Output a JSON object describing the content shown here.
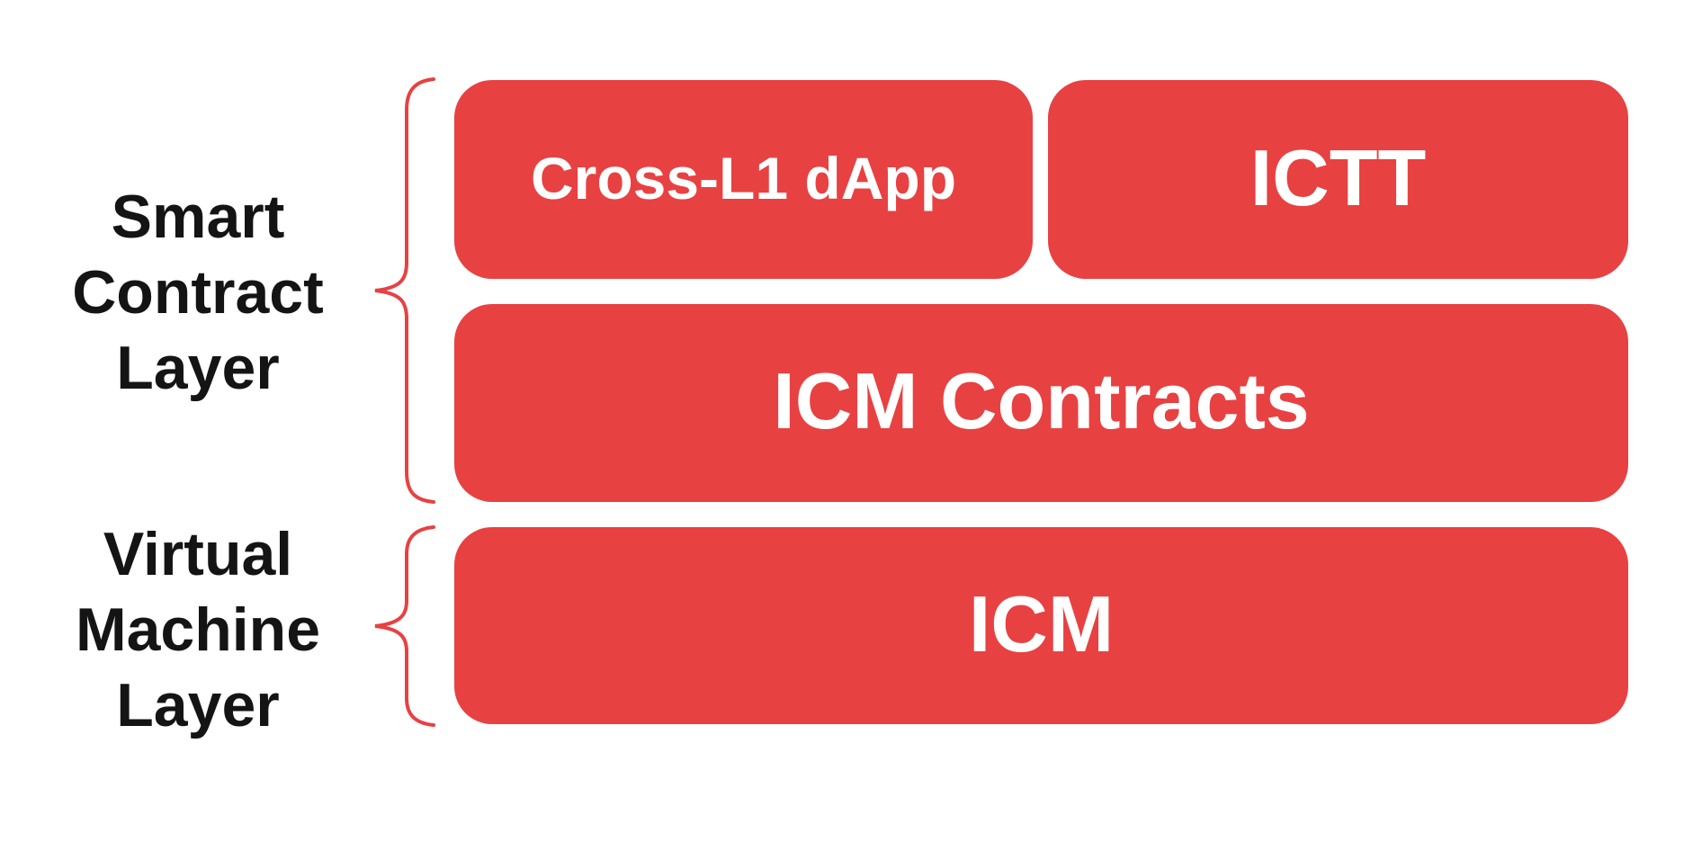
{
  "colors": {
    "accent_red": "#e84142",
    "label_text": "#141414",
    "box_text": "#ffffff",
    "background": "#ffffff"
  },
  "layers": [
    {
      "name": "smart-contract-layer",
      "label_lines": [
        "Smart",
        "Contract",
        "Layer"
      ]
    },
    {
      "name": "virtual-machine-layer",
      "label_lines": [
        "Virtual",
        "Machine",
        "Layer"
      ]
    }
  ],
  "boxes": [
    {
      "label": "Cross-L1 dApp"
    },
    {
      "label": "ICTT"
    },
    {
      "label": "ICM Contracts"
    },
    {
      "label": "ICM"
    }
  ]
}
